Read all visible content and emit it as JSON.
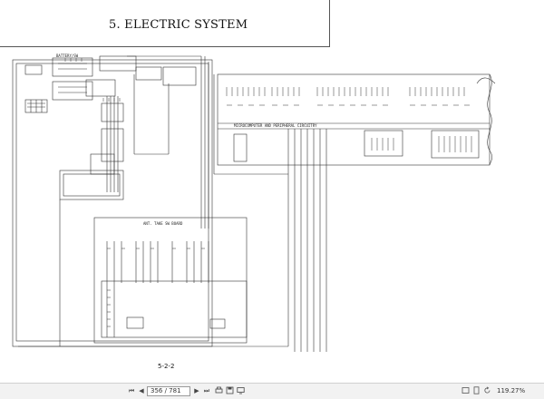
{
  "document": {
    "title": "5. ELECTRIC SYSTEM",
    "page_label": "5-2-2",
    "diagram_labels": {
      "microcomputer": "MICROCOMPUTER AND PERIPHERAL CIRCUITRY",
      "battery_section": "BATTERY/SW",
      "lower_box": "ANT. TAKE SW BOARD"
    }
  },
  "toolbar": {
    "first_icon": "skip-back-icon",
    "prev_icon": "previous-page-icon",
    "page_value": "356 / 781",
    "next_icon": "next-page-icon",
    "last_icon": "skip-forward-icon",
    "tool_icons": [
      "print-icon",
      "save-icon",
      "display-icon"
    ],
    "zoom_icons": [
      "fit-width-icon",
      "fit-page-icon",
      "rotate-icon"
    ],
    "zoom_value": "119.27%",
    "nav_glyphs": {
      "first": "⏮",
      "prev": "◀",
      "next": "▶",
      "last": "⏭"
    }
  }
}
